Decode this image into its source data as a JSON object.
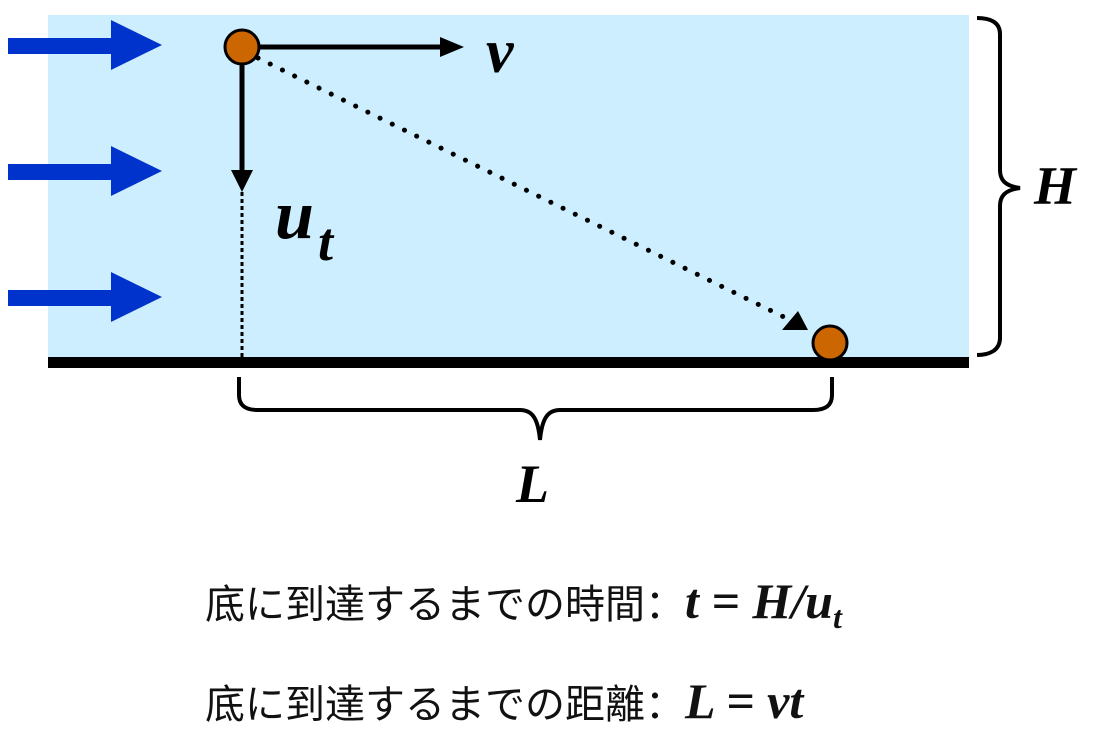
{
  "diagram": {
    "type": "particle settling in horizontal flow",
    "colors": {
      "fluid": "#cceeff",
      "flow_arrow": "#0033cc",
      "particle": "#cc6600",
      "line": "#000000"
    },
    "labels": {
      "velocity_horizontal": "v",
      "settling_velocity_main": "u",
      "settling_velocity_sub": "t",
      "height": "H",
      "length": "L"
    },
    "flow_arrows_count": 3
  },
  "equations": [
    {
      "label": "底に到達するまでの時間：",
      "expr_main": "t = H/u",
      "expr_sub": "t"
    },
    {
      "label": "底に到達するまでの距離：",
      "expr_main": "L = vt",
      "expr_sub": ""
    }
  ]
}
